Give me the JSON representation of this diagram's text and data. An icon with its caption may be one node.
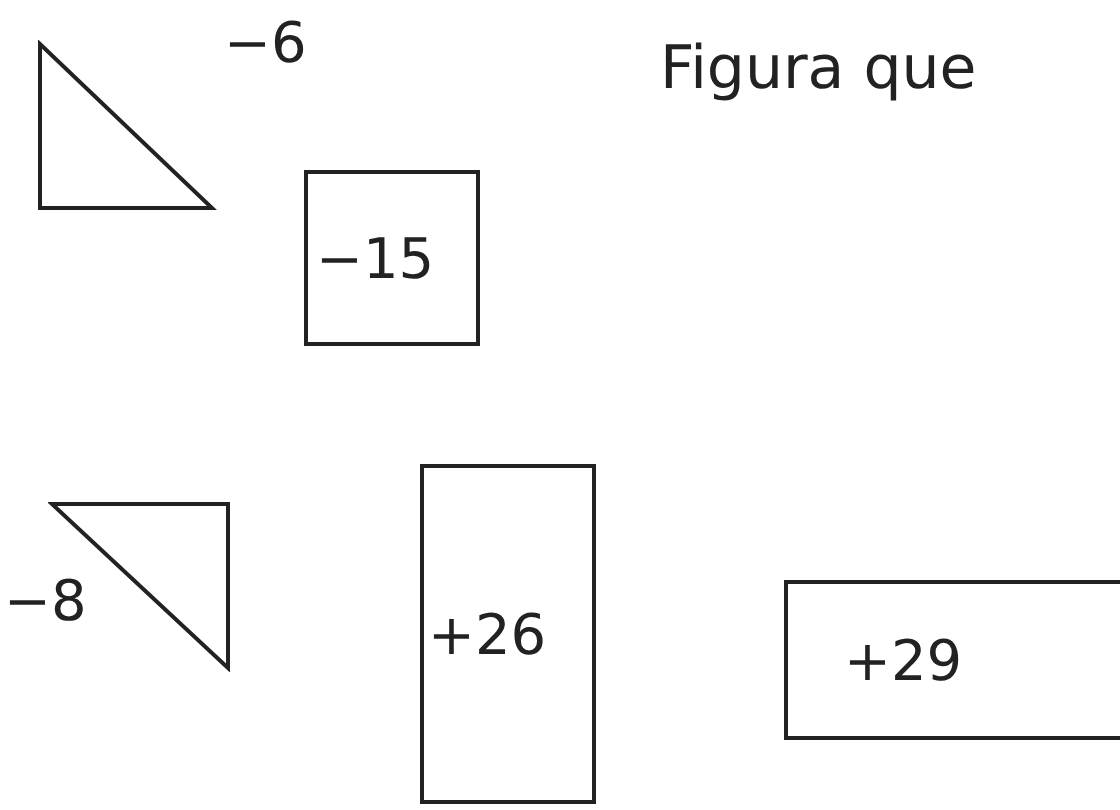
{
  "diagram": {
    "title": "Figura que",
    "nodes": [
      {
        "text": [],
        "shape": "triangle",
        "beside": [
          "−6"
        ]
      },
      {
        "text": [
          "−15"
        ]
      },
      {
        "text": [],
        "shape": "triangle",
        "beside": [
          "−8"
        ]
      },
      {
        "text": [
          "+26"
        ]
      },
      {
        "text": [
          "+29"
        ]
      }
    ]
  }
}
